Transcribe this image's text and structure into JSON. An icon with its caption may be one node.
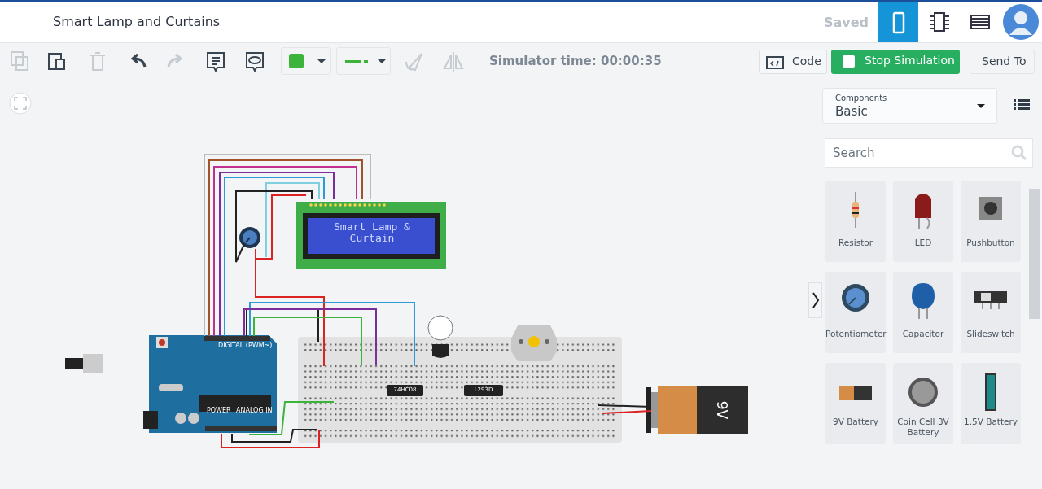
{
  "diagram": {
    "title": "Smart Lamp and Curtains",
    "labels": [
      "Saved",
      "Simulator time: 00:00:35",
      "Code",
      "Stop Simulation",
      "Send To",
      "Components",
      "Basic",
      "Search",
      "Smart Lamp & Curtain",
      "DIGITAL (PWM~)",
      "74HC08",
      "L293D",
      "POWER",
      "ANALOG IN",
      "9V",
      "Resistor",
      "LED",
      "Pushbutton",
      "Potentiometer",
      "Capacitor",
      "Slideswitch",
      "9V Battery",
      "Coin Cell 3V Battery",
      "1.5V Battery"
    ]
  }
}
